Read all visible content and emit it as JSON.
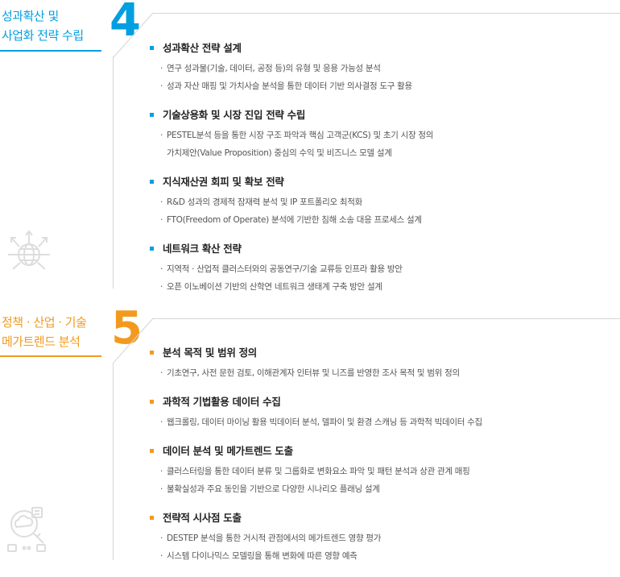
{
  "colors": {
    "blue": "#009fe1",
    "orange": "#f39a1e",
    "line": "#d6d6d6",
    "deco": "#dddddd"
  },
  "section4": {
    "number": "4",
    "title_lines": [
      "성과확산 및",
      "사업화 전략 수립"
    ],
    "icon": "globe-network-icon",
    "items": [
      {
        "heading": "성과확산 전략 설계",
        "bullets": [
          "연구 성과물(기술, 데이터, 공정 등)의 유형 및 응용 가능성 분석",
          "성과 자산 매핑 및 가치사슬 분석을 통한 데이터 기반 의사결정 도구 활용"
        ]
      },
      {
        "heading": "기술상용화 및 시장 진입 전략 수립",
        "bullets": [
          "PESTEL분석 등을  통한 시장 구조 파악과 핵심 고객군(KCS) 및 초기 시장 정의"
        ],
        "continuation": "가치제안(Value Proposition) 중심의 수익 및 비즈니스 모델 설계"
      },
      {
        "heading": "지식재산권 회피 및 확보 전략",
        "bullets": [
          "R&D 성과의 경제적 잠재력 분석 및 IP 포트폴리오 최적화",
          "FTO(Freedom of Operate) 분석에 기반한 침해 소송 대응 프로세스 설계"
        ]
      },
      {
        "heading": "네트워크 확산 전략",
        "bullets": [
          "지역적 · 산업적 클러스터와의 공동연구/기술 교류등 인프라 활용 방안",
          "오픈 이노베이션 기반의 산학연 네트워크 생태계 구축 방안 설계"
        ]
      }
    ]
  },
  "section5": {
    "number": "5",
    "title_lines": [
      "정책 · 산업 · 기술",
      "메가트렌드 분석"
    ],
    "icon": "magnifier-cloud-icon",
    "items": [
      {
        "heading": "분석 목적 및 범위 정의",
        "bullets": [
          "기초연구, 사전 문헌 검토, 이해관계자 인터뷰 및 니즈를 반영한 조사 목적 및 범위 정의"
        ]
      },
      {
        "heading": "과학적 기법활용 데이터 수집",
        "bullets": [
          "웹크롤링, 데이터 마이닝 활용 빅데이터 분석, 델파이 및 환경 스캐닝 등 과학적 빅데이터 수집"
        ]
      },
      {
        "heading": "데이터 분석 및 메가트렌드 도출",
        "bullets": [
          "클러스터링을 통한 데이터 분류 및 그룹화로 변화요소 파악 및 패턴 분석과 상관 관계 매핑",
          "불확실성과 주요 동인을 기반으로 다양한 시나리오 플래닝 설계"
        ]
      },
      {
        "heading": "전략적 시사점 도출",
        "bullets": [
          "DESTEP 분석을 통한 거시적 관점에서의 메가트렌드 영향 평가",
          "시스템 다이나믹스 모델링을 통해 변화에 따른 영향 예측"
        ]
      }
    ]
  }
}
